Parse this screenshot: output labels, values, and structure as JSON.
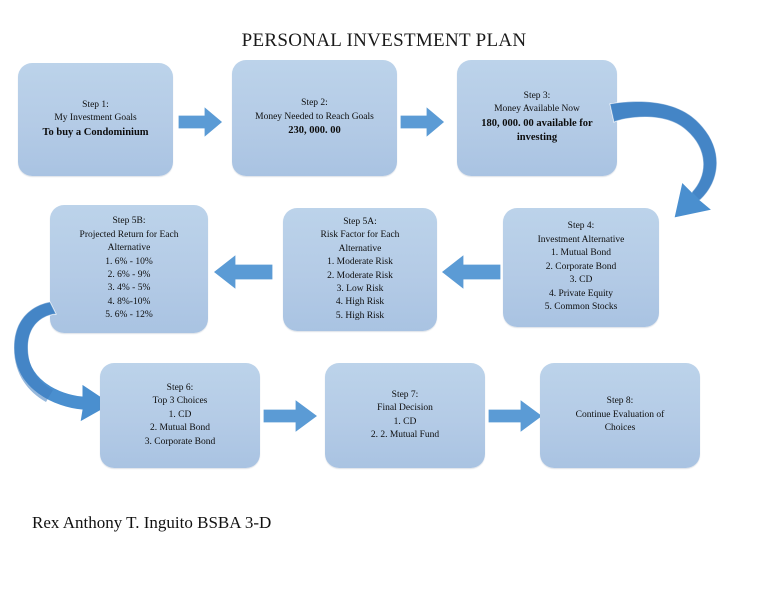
{
  "document": {
    "title": "PERSONAL INVESTMENT PLAN",
    "footer_name": "Rex Anthony T. Inguito BSBA 3-D"
  },
  "colors": {
    "box_fill": "#b4cbe6",
    "box_fill_light": "#bcd3ea",
    "box_fill_dark": "#a9c3e2",
    "arrow_fill": "#5b9bd5",
    "arrow_curve_dark": "#3f7ec0",
    "text": "#0d0d0d",
    "background": "#ffffff"
  },
  "steps": {
    "step1": {
      "heading": "Step 1:",
      "subheading": "My Investment Goals",
      "emphasis": "To buy a Condominium"
    },
    "step2": {
      "heading": "Step 2:",
      "subheading": "Money Needed to Reach Goals",
      "emphasis": "230, 000. 00"
    },
    "step3": {
      "heading": "Step 3:",
      "subheading": "Money Available Now",
      "emphasis": "180, 000. 00 available for investing"
    },
    "step4": {
      "heading": "Step 4:",
      "subheading": "Investment Alternative",
      "items": [
        "1. Mutual Bond",
        "2. Corporate Bond",
        "3. CD",
        "4. Private Equity",
        "5. Common Stocks"
      ]
    },
    "step5a": {
      "heading": "Step 5A:",
      "subheading_line1": "Risk Factor for Each",
      "subheading_line2": "Alternative",
      "items": [
        "1. Moderate Risk",
        "2. Moderate Risk",
        "3. Low Risk",
        "4. High Risk",
        "5. High Risk"
      ]
    },
    "step5b": {
      "heading": "Step 5B:",
      "subheading_line1": "Projected Return for Each",
      "subheading_line2": "Alternative",
      "items": [
        "1. 6% - 10%",
        "2. 6% - 9%",
        "3. 4% - 5%",
        "4. 8%-10%",
        "5. 6% - 12%"
      ]
    },
    "step6": {
      "heading": "Step 6:",
      "subheading": "Top 3 Choices",
      "items": [
        "1. CD",
        "2. Mutual Bond",
        "3. Corporate Bond"
      ]
    },
    "step7": {
      "heading": "Step 7:",
      "subheading": "Final Decision",
      "items": [
        "1.   CD",
        "2.   2. Mutual Fund"
      ]
    },
    "step8": {
      "heading": "Step 8:",
      "subheading_line1": "Continue Evaluation of",
      "subheading_line2": "Choices"
    }
  },
  "connectors": {
    "arrow_1_2": "right-arrow-icon",
    "arrow_2_3": "right-arrow-icon",
    "arrow_3_4": "curved-arrow-down-icon",
    "arrow_4_5a": "left-arrow-icon",
    "arrow_5a_5b": "left-arrow-icon",
    "arrow_5b_6": "curved-arrow-right-icon",
    "arrow_6_7": "right-arrow-icon",
    "arrow_7_8": "right-arrow-icon"
  }
}
